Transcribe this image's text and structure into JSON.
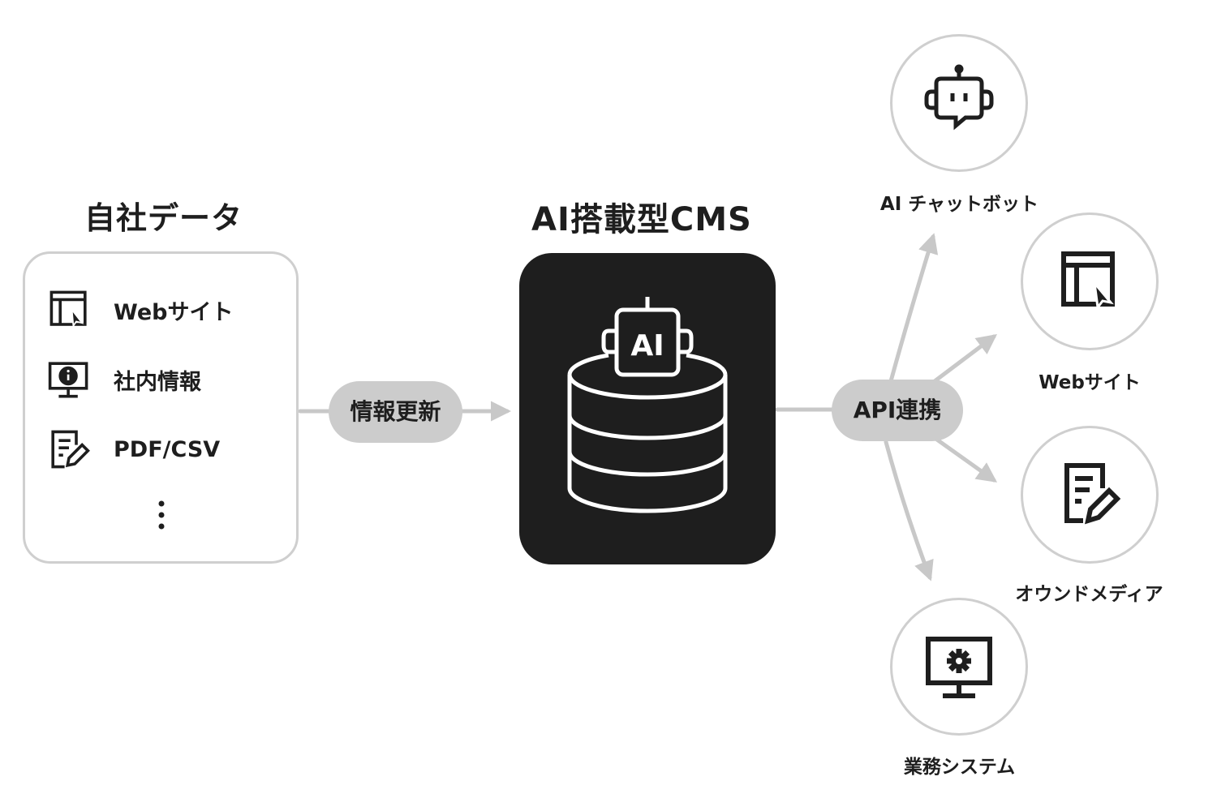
{
  "source": {
    "heading": "自社データ",
    "items": [
      {
        "label": "Webサイト",
        "icon": "website-icon"
      },
      {
        "label": "社内情報",
        "icon": "info-monitor-icon"
      },
      {
        "label": "PDF/CSV",
        "icon": "document-edit-icon"
      }
    ],
    "more_icon": "vertical-ellipsis-icon"
  },
  "update_label": "情報更新",
  "cms": {
    "heading": "AI搭載型CMS",
    "badge": "AI",
    "icon": "ai-robot-database-icon"
  },
  "api_label": "API連携",
  "targets": [
    {
      "label": "AI チャットボット",
      "icon": "chatbot-icon"
    },
    {
      "label": "Webサイト",
      "icon": "website-icon"
    },
    {
      "label": "オウンドメディア",
      "icon": "document-edit-icon"
    },
    {
      "label": "業務システム",
      "icon": "monitor-gear-icon"
    }
  ],
  "colors": {
    "dark": "#1e1e1e",
    "border": "#cfcfcf",
    "pill": "#cccccc",
    "arrow": "#c8c8c8"
  }
}
